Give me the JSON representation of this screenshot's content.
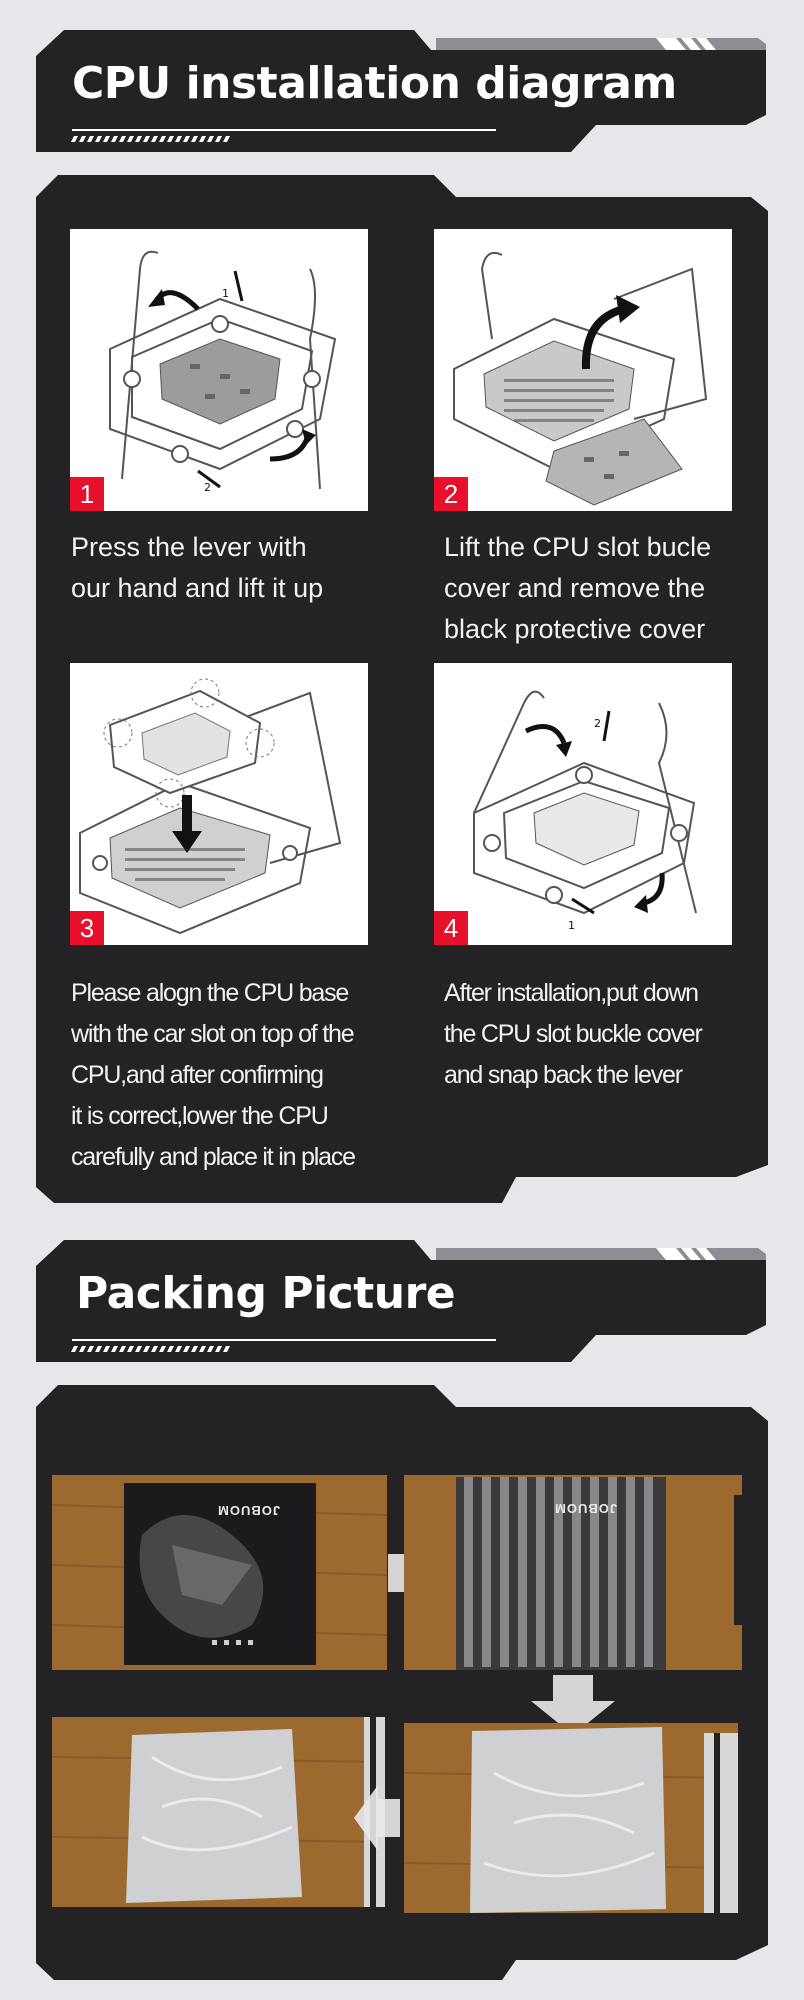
{
  "section_install": {
    "title": "CPU installation diagram",
    "steps": [
      {
        "num": "1",
        "text": "Press the lever with\nour hand and lift it up",
        "icon": "socket-lever-lift-illustration"
      },
      {
        "num": "2",
        "text": "Lift the CPU slot bucle\ncover and remove the\nblack protective cover",
        "icon": "socket-cover-removal-illustration"
      },
      {
        "num": "3",
        "text": "Please alogn the CPU base\nwith the car slot on top of the\nCPU,and after confirming\nit is correct,lower the CPU\ncarefully and place it in place",
        "icon": "cpu-placement-illustration"
      },
      {
        "num": "4",
        "text": "After installation,put down\nthe CPU slot buckle cover\nand snap back the lever",
        "icon": "socket-lever-close-illustration"
      }
    ]
  },
  "section_packing": {
    "title": "Packing Picture",
    "photos": [
      {
        "icon": "retail-box-photo",
        "brand": "JOBUOM"
      },
      {
        "icon": "bubble-wrapped-box-photo",
        "brand": "JOBUOM"
      },
      {
        "icon": "foam-wrapped-box-photo"
      },
      {
        "icon": "foam-wrapped-box-photo"
      }
    ]
  },
  "colors": {
    "background": "#e6e7eb",
    "panel": "#232325",
    "step_badge": "#e8102b",
    "text": "#f2f2f2"
  }
}
